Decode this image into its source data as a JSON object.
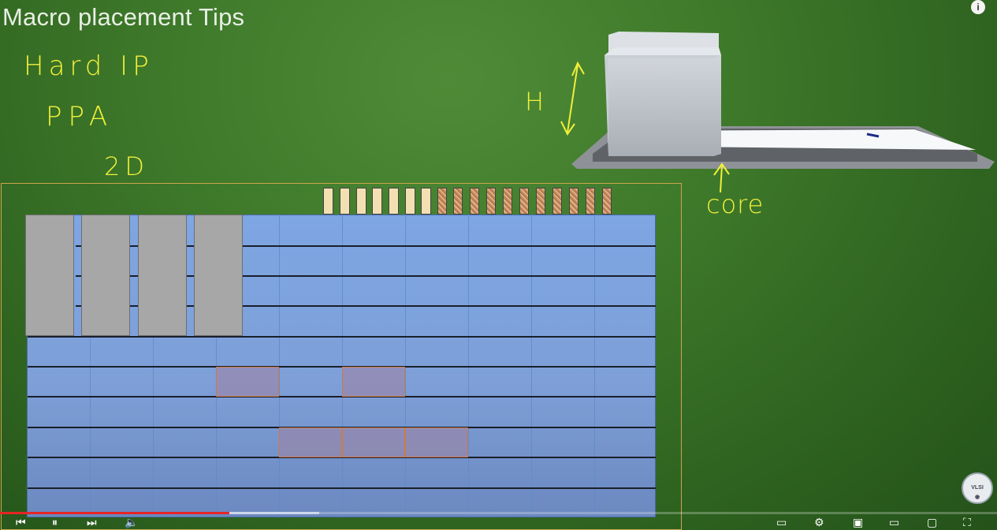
{
  "title": "Macro placement Tips",
  "notes": [
    "Hard IP",
    "PPA",
    "2D"
  ],
  "labels": {
    "height": "H",
    "core": "core"
  },
  "logo_text": "VLSI ACADEMY",
  "icons": {
    "info": "info-icon",
    "logo": "vlsi-academy-logo"
  },
  "colors": {
    "chalk": "#f2f03a",
    "core": "#7ea6e3",
    "macro": "#a7a7a7",
    "cell_outline": "#d07a44",
    "progress": "#e52525"
  },
  "player": {
    "played_fraction": 0.23,
    "buffered_fraction": 0.32
  }
}
